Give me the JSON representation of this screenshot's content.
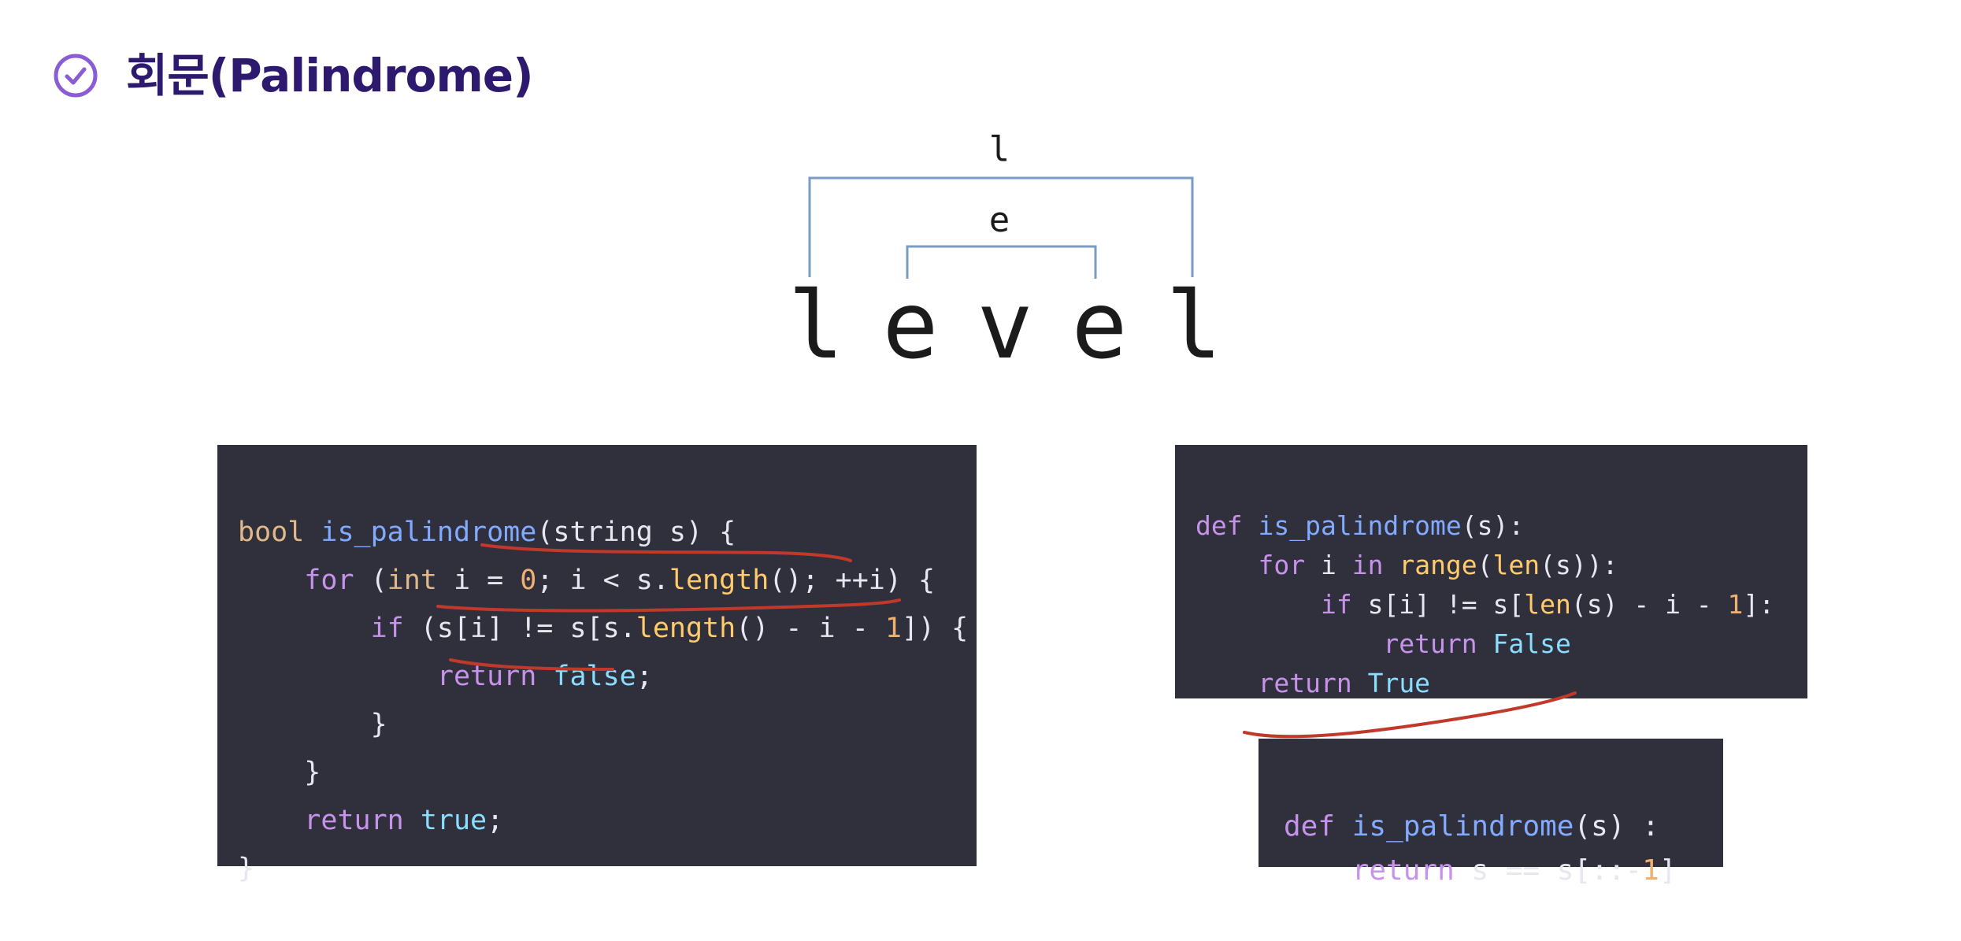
{
  "header": {
    "icon": "check-circle-icon",
    "title": "회문(Palindrome)",
    "accent": "#8a5cd6",
    "title_color": "#2d1a6e"
  },
  "diagram": {
    "word": [
      "l",
      "e",
      "v",
      "e",
      "l"
    ],
    "outer_bracket_label": "l",
    "inner_bracket_label": "e",
    "bracket_color": "#7a9bc4"
  },
  "code_cpp": {
    "l1": {
      "kw": "bool",
      "fn": "is_palindrome",
      "rest": "(string s) {"
    },
    "l2": {
      "indent": "    ",
      "kw": "for",
      "p1": " (",
      "ty": "int",
      "p2": " i = ",
      "num": "0",
      "p3": "; i < s.",
      "lib": "length",
      "p4": "(); ++i) {"
    },
    "l3": {
      "indent": "        ",
      "kw": "if",
      "p1": " (s[i] != s[s.",
      "lib": "length",
      "p2": "() - i - ",
      "num": "1",
      "p3": "]) {"
    },
    "l4": {
      "indent": "            ",
      "kw": "return",
      "sp": " ",
      "bi": "false",
      "rest": ";"
    },
    "l5": "        }",
    "l6": "    }",
    "l7": {
      "indent": "    ",
      "kw": "return",
      "sp": " ",
      "bi": "true",
      "rest": ";"
    },
    "l8": "}"
  },
  "code_py1": {
    "l1": {
      "kw": "def",
      "sp": " ",
      "fn": "is_palindrome",
      "rest": "(s):"
    },
    "l2": {
      "indent": "    ",
      "kw": "for",
      "p1": " i ",
      "kw2": "in",
      "sp": " ",
      "lib": "range",
      "p2": "(",
      "lib2": "len",
      "p3": "(s)):"
    },
    "l3": {
      "indent": "        ",
      "kw": "if",
      "p1": " s[i] != s[",
      "lib": "len",
      "p2": "(s) - i - ",
      "num": "1",
      "p3": "]:"
    },
    "l4": {
      "indent": "            ",
      "kw": "return",
      "sp": " ",
      "bi": "False"
    },
    "l5": {
      "indent": "    ",
      "kw": "return",
      "sp": " ",
      "bi": "True"
    }
  },
  "code_py2": {
    "l1": {
      "kw": "def",
      "sp": " ",
      "fn": "is_palindrome",
      "rest": "(s) :"
    },
    "l2": {
      "indent": "    ",
      "kw": "return",
      "p1": " s == s[::-",
      "num": "1",
      "p2": "]"
    }
  },
  "annotation_color": "#c0392b"
}
